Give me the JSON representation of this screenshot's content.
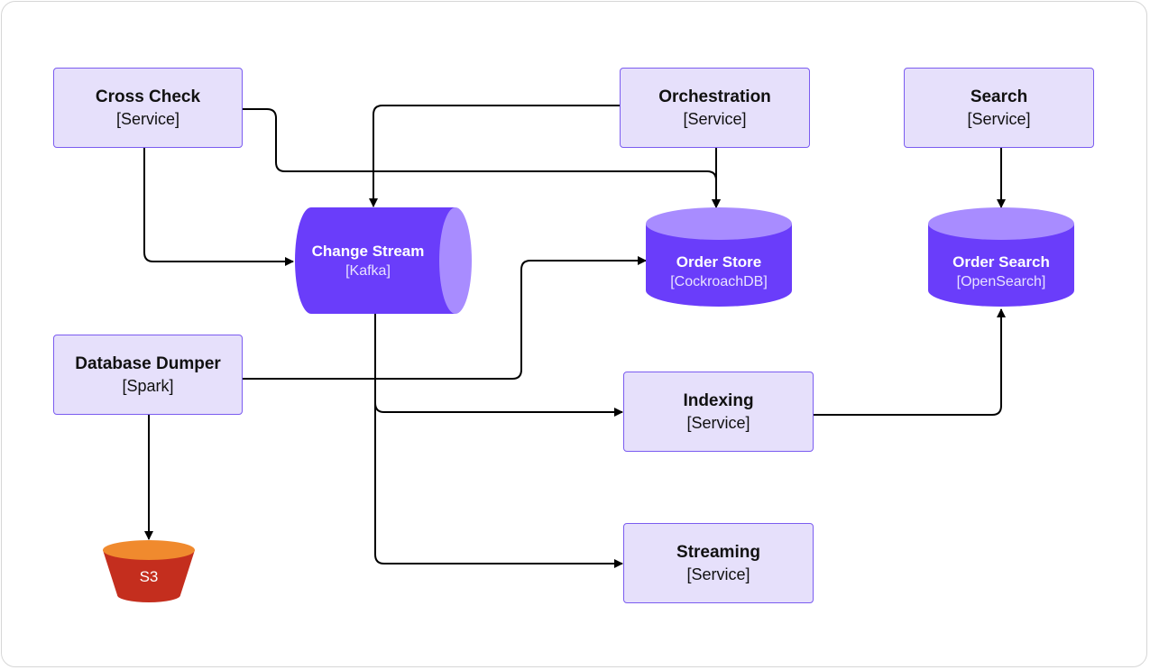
{
  "services": {
    "cross_check": {
      "title": "Cross Check",
      "sub": "[Service]"
    },
    "orchestration": {
      "title": "Orchestration",
      "sub": "[Service]"
    },
    "search": {
      "title": "Search",
      "sub": "[Service]"
    },
    "database_dumper": {
      "title": "Database Dumper",
      "sub": "[Spark]"
    },
    "indexing": {
      "title": "Indexing",
      "sub": "[Service]"
    },
    "streaming": {
      "title": "Streaming",
      "sub": "[Service]"
    }
  },
  "stores": {
    "change_stream": {
      "title": "Change Stream",
      "sub": "[Kafka]"
    },
    "order_store": {
      "title": "Order Store",
      "sub": "[CockroachDB]"
    },
    "order_search": {
      "title": "Order Search",
      "sub": "[OpenSearch]"
    },
    "s3": {
      "label": "S3"
    }
  },
  "colors": {
    "service_fill": "#e6e0fb",
    "service_border": "#7b5cf0",
    "store_fill": "#6a3dfa",
    "store_top": "#a88cff",
    "s3_body": "#c42e1e",
    "s3_top": "#f08a2e",
    "connector": "#000000"
  }
}
